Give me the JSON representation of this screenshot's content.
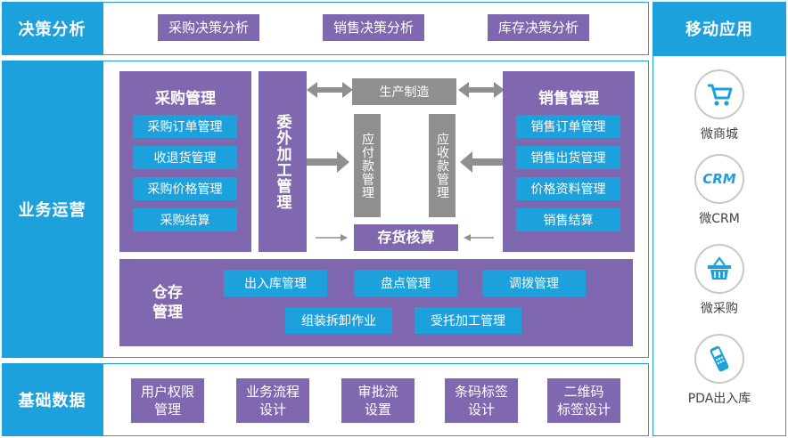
{
  "decision": {
    "label": "决策分析",
    "items": [
      "采购决策分析",
      "销售决策分析",
      "库存决策分析"
    ]
  },
  "operations": {
    "label": "业务运营",
    "purchase": {
      "title": "采购管理",
      "items": [
        "采购订单管理",
        "收退货管理",
        "采购价格管理",
        "采购结算"
      ]
    },
    "outsource": "委外加工管理",
    "production": "生产制造",
    "payable": "应付款管理",
    "receivable": "应收款管理",
    "inventory_accounting": "存货核算",
    "sales": {
      "title": "销售管理",
      "items": [
        "销售订单管理",
        "销售出货管理",
        "价格资料管理",
        "销售结算"
      ]
    },
    "warehouse": {
      "title_line1": "仓存",
      "title_line2": "管理",
      "items_row1": [
        "出入库管理",
        "盘点管理",
        "调拨管理"
      ],
      "items_row2": [
        "组装拆卸作业",
        "受托加工管理"
      ]
    }
  },
  "basic": {
    "label": "基础数据",
    "items": [
      {
        "line1": "用户权限",
        "line2": "管理"
      },
      {
        "line1": "业务流程",
        "line2": "设计"
      },
      {
        "line1": "审批流",
        "line2": "设置"
      },
      {
        "line1": "条码标签",
        "line2": "设计"
      },
      {
        "line1": "二维码",
        "line2": "标签设计"
      }
    ]
  },
  "mobile": {
    "label": "移动应用",
    "items": [
      {
        "icon": "cart-icon",
        "label": "微商城"
      },
      {
        "icon": "crm-icon",
        "label": "微CRM",
        "icon_text": "CRM"
      },
      {
        "icon": "basket-icon",
        "label": "微采购"
      },
      {
        "icon": "pda-icon",
        "label": "PDA出入库"
      }
    ]
  },
  "colors": {
    "blue": "#1ca1dc",
    "purple": "#7f68b0",
    "grey": "#8f8f8f"
  }
}
